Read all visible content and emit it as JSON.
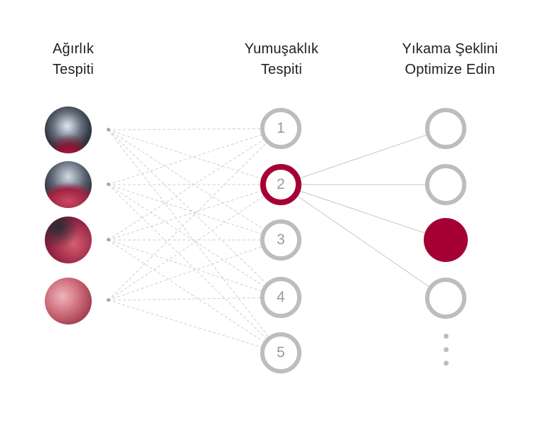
{
  "diagram": {
    "columns": {
      "input": {
        "title": "Ağırlık\nTespiti"
      },
      "hidden": {
        "title": "Yumuşaklık\nTespiti"
      },
      "output": {
        "title": "Yıkama Şeklini\nOptimize Edin"
      }
    },
    "input_nodes": [
      {
        "icon": "washer-drum-photo"
      },
      {
        "icon": "drum-with-red-laundry-photo"
      },
      {
        "icon": "red-fabric-photo"
      },
      {
        "icon": "pink-fabric-photo"
      }
    ],
    "hidden_nodes": [
      {
        "label": "1",
        "active": false
      },
      {
        "label": "2",
        "active": true
      },
      {
        "label": "3",
        "active": false
      },
      {
        "label": "4",
        "active": false
      },
      {
        "label": "5",
        "active": false
      }
    ],
    "output_nodes": [
      {
        "active": false
      },
      {
        "active": false
      },
      {
        "active": true
      },
      {
        "active": false
      }
    ],
    "more_icon": "vertical-ellipsis"
  },
  "colors": {
    "accent": "#A50034",
    "ring_gray": "#BDBDBD",
    "line_gray": "#CCCCCC",
    "title_text": "#231F20",
    "number_text": "#9B9B9B"
  }
}
